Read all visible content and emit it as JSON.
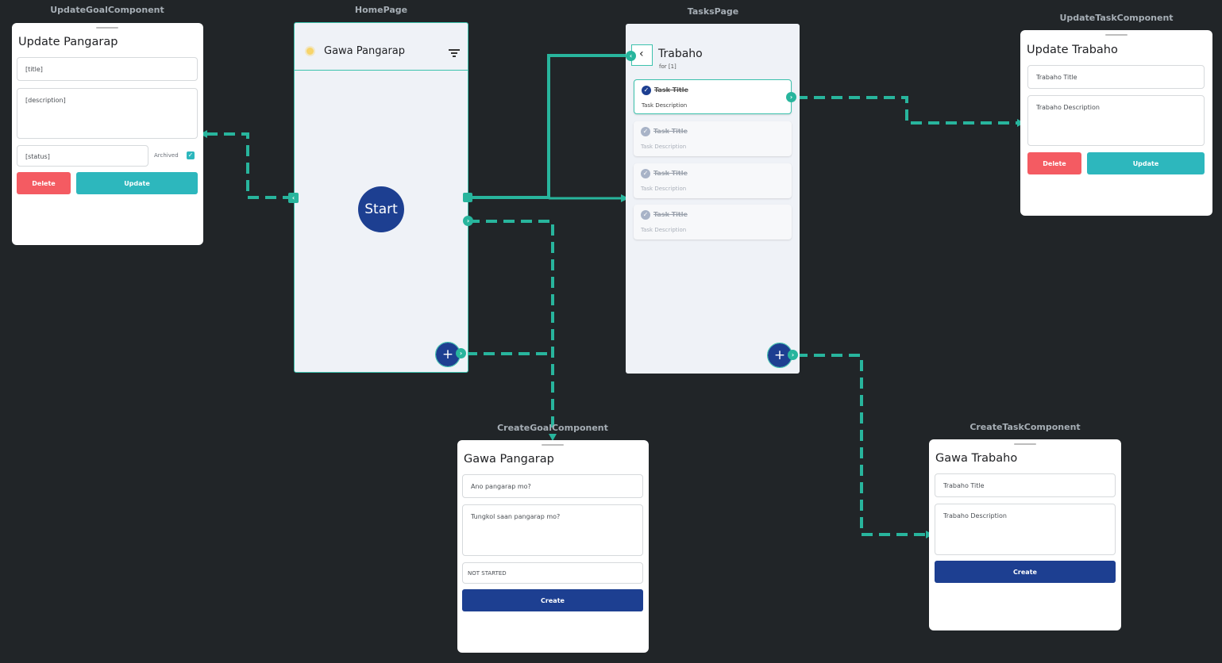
{
  "frame_labels": {
    "update_goal": "UpdateGoalComponent",
    "home": "HomePage",
    "tasks": "TasksPage",
    "update_task": "UpdateTaskComponent",
    "create_goal": "CreateGoalComponent",
    "create_task": "CreateTaskComponent"
  },
  "update_goal": {
    "title": "Update Pangarap",
    "title_field": "[title]",
    "description_field": "[description]",
    "status_field": "[status]",
    "archived_label": "Archived",
    "archived_checked": true,
    "delete_label": "Delete",
    "update_label": "Update"
  },
  "home": {
    "app_title": "Gawa Pangarap",
    "sun_icon": "sun-icon",
    "filter_icon": "filter-icon",
    "start_label": "Start",
    "fab_label": "+"
  },
  "tasks": {
    "title": "Trabaho",
    "subtitle": "for [1]",
    "back_icon": "chevron-left-icon",
    "fab_label": "+",
    "items": [
      {
        "title": "Task Title",
        "description": "Task Description",
        "selected": true
      },
      {
        "title": "Task Title",
        "description": "Task Description",
        "selected": false
      },
      {
        "title": "Task Title",
        "description": "Task Description",
        "selected": false
      },
      {
        "title": "Task Title",
        "description": "Task Description",
        "selected": false
      }
    ]
  },
  "update_task": {
    "title": "Update Trabaho",
    "title_field": "Trabaho Title",
    "description_field": "Trabaho Description",
    "delete_label": "Delete",
    "update_label": "Update"
  },
  "create_goal": {
    "title": "Gawa Pangarap",
    "title_placeholder": "Ano pangarap mo?",
    "description_placeholder": "Tungkol saan pangarap mo?",
    "status_value": "NOT STARTED",
    "create_label": "Create"
  },
  "create_task": {
    "title": "Gawa Trabaho",
    "title_placeholder": "Trabaho Title",
    "description_placeholder": "Trabaho Description",
    "create_label": "Create"
  },
  "colors": {
    "background": "#212528",
    "connector": "#28b59d",
    "primary_blue": "#1d3f91",
    "teal": "#2db7bd",
    "red": "#f45b62"
  }
}
